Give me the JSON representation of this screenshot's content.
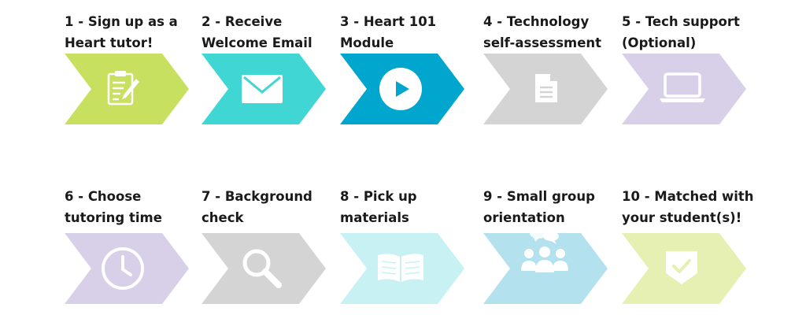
{
  "steps": [
    {
      "label": "1 - Sign up as a\nHeart tutor!",
      "icon": "clipboard-pencil-icon",
      "color": "#c8e05f"
    },
    {
      "label": "2 - Receive\nWelcome Email",
      "icon": "envelope-icon",
      "color": "#3fd6d4"
    },
    {
      "label": "3 - Heart 101\nModule",
      "icon": "play-icon",
      "color": "#00a6cd"
    },
    {
      "label": "4 - Technology\nself-assessment",
      "icon": "document-icon",
      "color": "#d4d4d4"
    },
    {
      "label": "5 - Tech support\n(Optional)",
      "icon": "laptop-icon",
      "color": "#d8cfe8"
    },
    {
      "label": "6 - Choose\ntutoring time",
      "icon": "clock-icon",
      "color": "#d8cfe8"
    },
    {
      "label": "7 - Background\ncheck",
      "icon": "magnifier-icon",
      "color": "#d4d4d4"
    },
    {
      "label": "8 - Pick up\nmaterials",
      "icon": "book-icon",
      "color": "#c8f1f3"
    },
    {
      "label": "9 - Small group\norientation",
      "icon": "group-chat-icon",
      "color": "#b3e1ee"
    },
    {
      "label": "10 - Matched with\nyour student(s)!",
      "icon": "checkmark-badge-icon",
      "color": "#e6f0b2"
    }
  ]
}
